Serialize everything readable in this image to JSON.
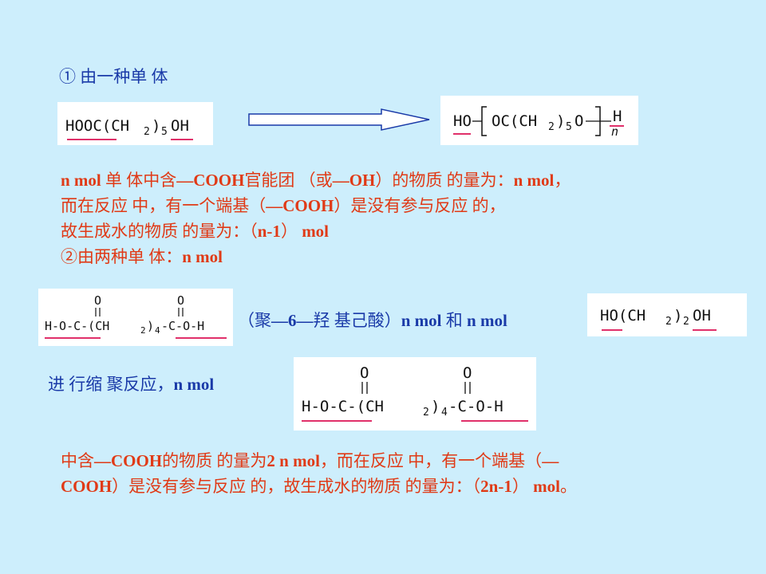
{
  "section1": {
    "heading": "① 由一种单 体"
  },
  "formulas": {
    "monomer1": "HOOC(CH2)5OH",
    "polymer1": "HO[OC(CH2)5O]nH",
    "adipic": "H-O-C(=O)-(CH2)4-C(=O)-O-H",
    "glycol": "HO(CH2)2OH",
    "adipic2": "H-O-C(=O)-(CH2)4-C(=O)-O-H"
  },
  "para1": {
    "l1a": "n mol",
    "l1b": " 单 体中含",
    "l1c": "—COOH",
    "l1d": "官能团 （或",
    "l1e": "—OH",
    "l1f": "）的物质 的量为：",
    "l1g": "n mol",
    "l1h": "，",
    "l2a": "而在反应 中，有一个端基（",
    "l2b": "—COOH",
    "l2c": "）是没有参与反应 的，",
    "l3a": "故生成水的物质 的量为：（",
    "l3b": "n-1",
    "l3c": "） ",
    "l3d": "mol"
  },
  "section2": {
    "heading_a": "②由两种单 体：",
    "heading_b": "n mol"
  },
  "middle": {
    "a": "（聚",
    "b": "—6—",
    "c": "羟 基己酸）",
    "d": "n mol",
    "e": "  和 ",
    "f": "n mol"
  },
  "reaction": {
    "a": "进 行缩 聚反应，",
    "b": "n mol"
  },
  "para2": {
    "l1a": "中含",
    "l1b": "—COOH",
    "l1c": "的物质 的量为",
    "l1d": "2 n mol",
    "l1e": "，而在反应 中，有一个端基（",
    "l1f": "—",
    "l2a": "COOH",
    "l2b": "）是没有参与反应 的，故生成水的物质 的量为：（",
    "l2c": "2n-1",
    "l2d": "） ",
    "l2e": "mol",
    "l2f": "。"
  },
  "colors": {
    "background": "#cdeefc",
    "text_blue": "#1a3aa8",
    "text_red": "#e03a16",
    "highlight": "#e0306a"
  }
}
